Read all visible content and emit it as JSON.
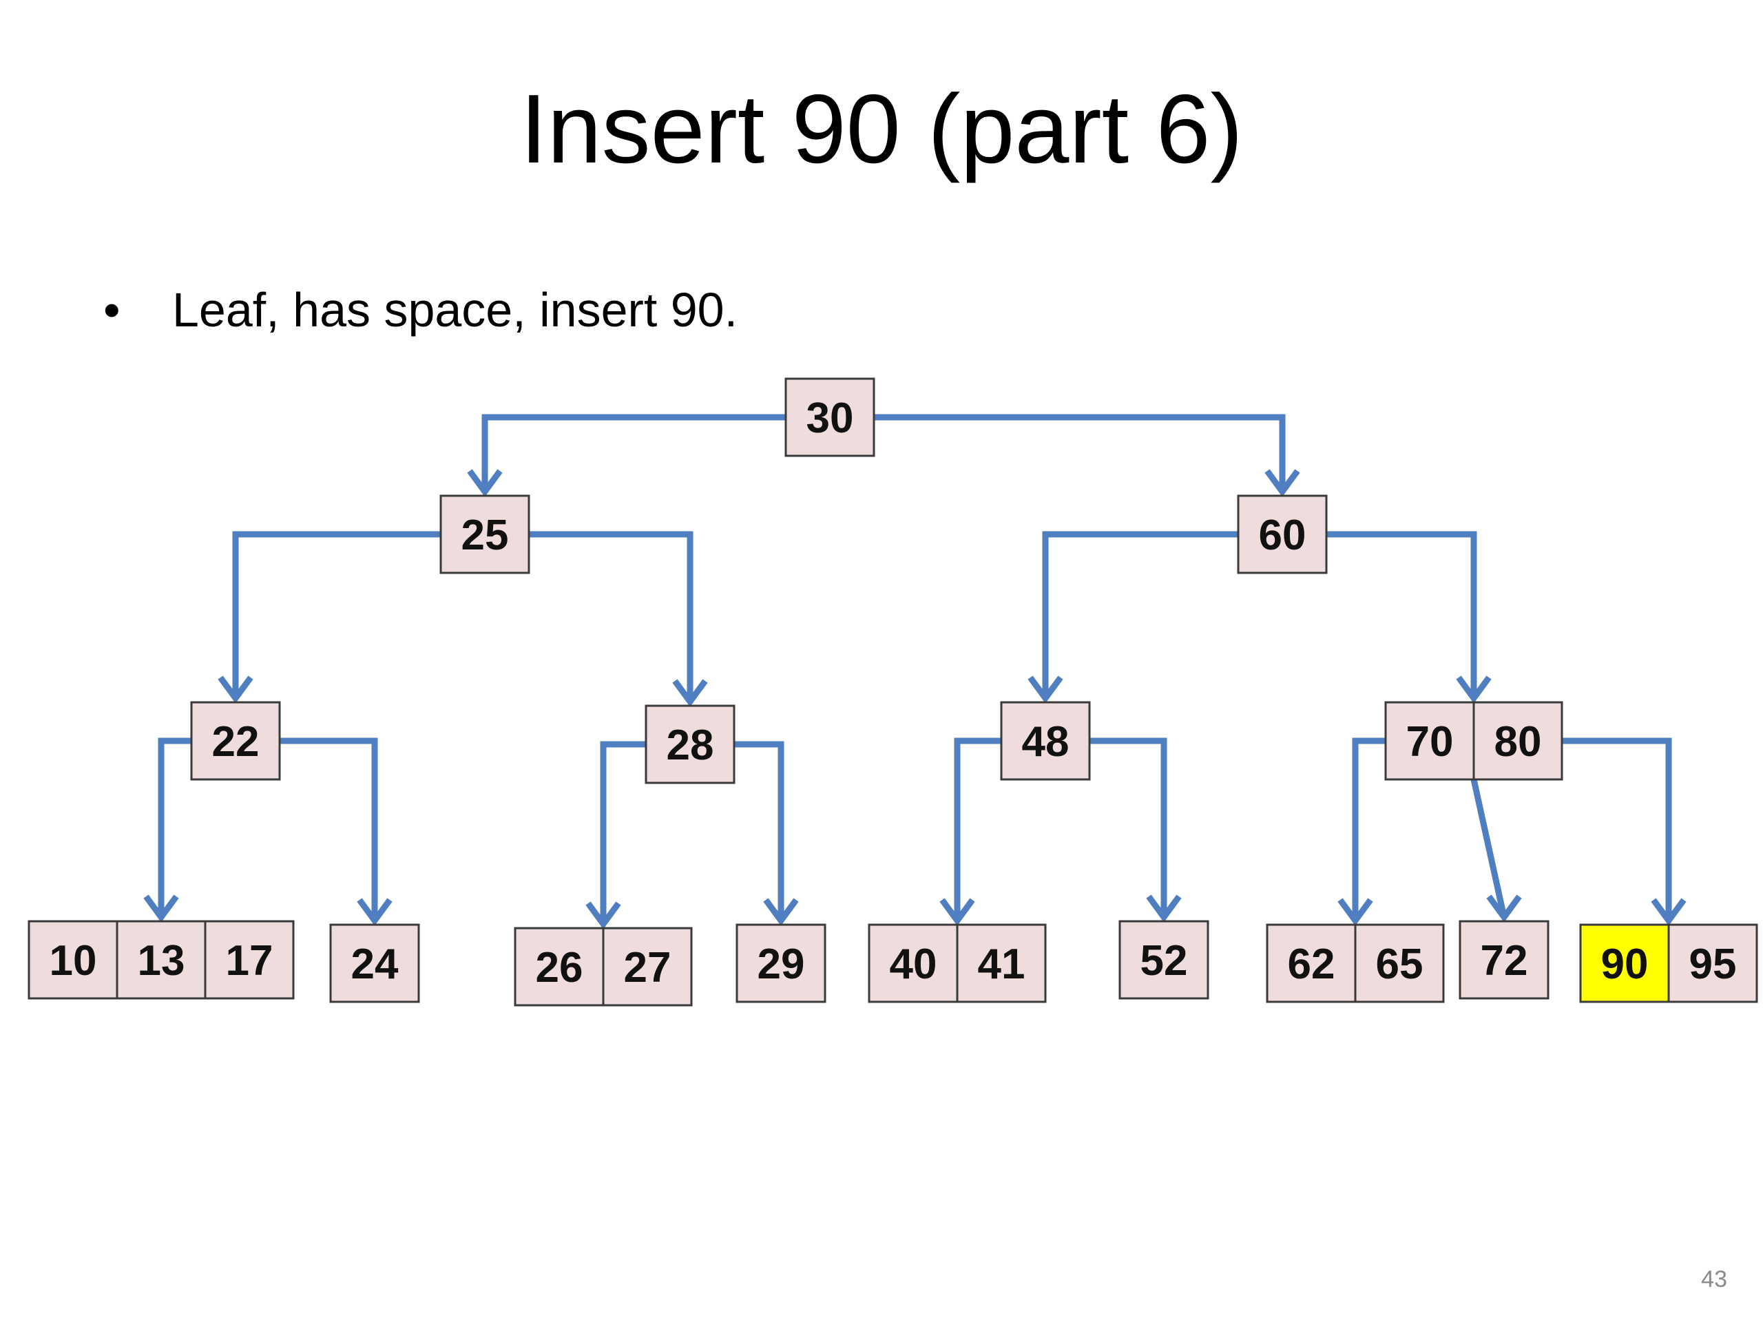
{
  "slide": {
    "title": "Insert 90 (part 6)",
    "bullet_symbol": "•",
    "bullet_text": "Leaf, has space, insert 90.",
    "page_number": "43"
  },
  "colors": {
    "node_fill": "#efdddd",
    "highlight_fill": "#ffff00",
    "edge": "#4f7fc0"
  },
  "tree": {
    "root": {
      "keys": [
        "30"
      ],
      "children": [
        {
          "keys": [
            "25"
          ],
          "children": [
            {
              "keys": [
                "22"
              ],
              "children": [
                {
                  "keys": [
                    "10",
                    "13",
                    "17"
                  ]
                },
                {
                  "keys": [
                    "24"
                  ]
                }
              ]
            },
            {
              "keys": [
                "28"
              ],
              "children": [
                {
                  "keys": [
                    "26",
                    "27"
                  ]
                },
                {
                  "keys": [
                    "29"
                  ]
                }
              ]
            }
          ]
        },
        {
          "keys": [
            "60"
          ],
          "children": [
            {
              "keys": [
                "48"
              ],
              "children": [
                {
                  "keys": [
                    "40",
                    "41"
                  ]
                },
                {
                  "keys": [
                    "52"
                  ]
                }
              ]
            },
            {
              "keys": [
                "70",
                "80"
              ],
              "children": [
                {
                  "keys": [
                    "62",
                    "65"
                  ]
                },
                {
                  "keys": [
                    "72"
                  ]
                },
                {
                  "keys": [
                    "90",
                    "95"
                  ],
                  "highlight": [
                    "90"
                  ]
                }
              ]
            }
          ]
        }
      ]
    }
  }
}
